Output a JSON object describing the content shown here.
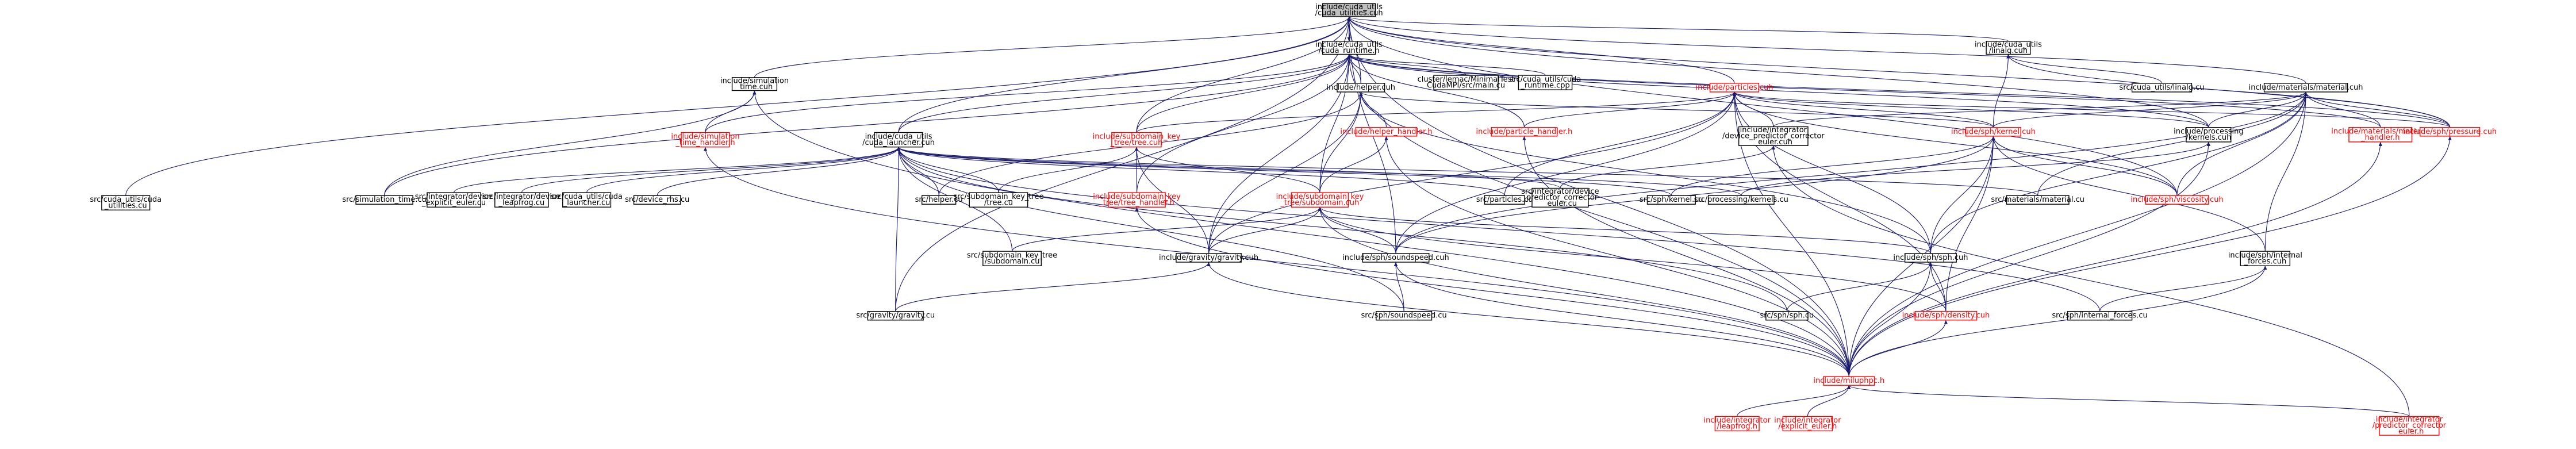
{
  "colors": {
    "edge": "#191970",
    "red_node": "#ff0000",
    "root_fill": "#bfbfbf",
    "border": "#000000"
  },
  "nodes": [
    {
      "id": "cuda_utilities",
      "lines": [
        "include/cuda_utils",
        "/cuda_utilities.cuh"
      ],
      "style": "root",
      "href": false
    },
    {
      "id": "cuda_runtime",
      "lines": [
        "include/cuda_utils",
        "/cuda_runtime.h"
      ],
      "style": "normal",
      "href": true
    },
    {
      "id": "linalg",
      "lines": [
        "include/cuda_utils",
        "/linalg.cuh"
      ],
      "style": "normal",
      "href": true
    },
    {
      "id": "material",
      "lines": [
        "include/materials/material.cuh"
      ],
      "style": "normal",
      "href": true
    },
    {
      "id": "particles_cuh",
      "lines": [
        "include/particles.cuh"
      ],
      "style": "red",
      "href": true
    },
    {
      "id": "sim_time",
      "lines": [
        "include/simulation",
        "_time.cuh"
      ],
      "style": "normal",
      "href": true
    },
    {
      "id": "minimaltest",
      "lines": [
        "cluster/lemac/MinimalTest",
        "CudaMPI/src/main.cu"
      ],
      "style": "normal",
      "href": true
    },
    {
      "id": "cuda_runtime_cpp",
      "lines": [
        "src/cuda_utils/cuda",
        "_runtime.cpp"
      ],
      "style": "normal",
      "href": true
    },
    {
      "id": "helper_cuh",
      "lines": [
        "include/helper.cuh"
      ],
      "style": "normal",
      "href": true
    },
    {
      "id": "src_linalg",
      "lines": [
        "src/cuda_utils/linalg.cu"
      ],
      "style": "normal",
      "href": true
    },
    {
      "id": "sim_time_handler",
      "lines": [
        "include/simulation",
        "_time_handler.h"
      ],
      "style": "red",
      "href": true
    },
    {
      "id": "cuda_launcher",
      "lines": [
        "include/cuda_utils",
        "/cuda_launcher.cuh"
      ],
      "style": "normal",
      "href": true
    },
    {
      "id": "subdomain_tree",
      "lines": [
        "include/subdomain_key",
        "_tree/tree.cuh"
      ],
      "style": "red",
      "href": true
    },
    {
      "id": "particle_handler",
      "lines": [
        "include/particle_handler.h"
      ],
      "style": "red",
      "href": true
    },
    {
      "id": "predictor_corrector_euler",
      "lines": [
        "include/integrator",
        "/device_predictor_corrector",
        "_euler.cuh"
      ],
      "style": "normal",
      "href": true
    },
    {
      "id": "sph_kernel",
      "lines": [
        "include/sph/kernel.cuh"
      ],
      "style": "red",
      "href": true
    },
    {
      "id": "processing_kernels",
      "lines": [
        "include/processing",
        "/kernels.cuh"
      ],
      "style": "normal",
      "href": true
    },
    {
      "id": "material_handler",
      "lines": [
        "include/materials/material",
        "_handler.h"
      ],
      "style": "red",
      "href": true
    },
    {
      "id": "sph_pressure",
      "lines": [
        "include/sph/pressure.cuh"
      ],
      "style": "red",
      "href": true
    },
    {
      "id": "helper_handler",
      "lines": [
        "include/helper_handler.h"
      ],
      "style": "red",
      "href": true
    },
    {
      "id": "src_cuda_utilities",
      "lines": [
        "src/cuda_utils/cuda",
        "_utilities.cu"
      ],
      "style": "normal",
      "href": true
    },
    {
      "id": "src_simulation_time",
      "lines": [
        "src/simulation_time.cu"
      ],
      "style": "normal",
      "href": true
    },
    {
      "id": "src_device_explicit_euler",
      "lines": [
        "src/integrator/device",
        "_explicit_euler.cu"
      ],
      "style": "normal",
      "href": true
    },
    {
      "id": "src_device_leapfrog",
      "lines": [
        "src/integrator/device",
        "_leapfrog.cu"
      ],
      "style": "normal",
      "href": true
    },
    {
      "id": "src_cuda_launcher",
      "lines": [
        "src/cuda_utils/cuda",
        "_launcher.cu"
      ],
      "style": "normal",
      "href": true
    },
    {
      "id": "src_device_rhs",
      "lines": [
        "src/device_rhs.cu"
      ],
      "style": "normal",
      "href": true
    },
    {
      "id": "src_helper",
      "lines": [
        "src/helper.cu"
      ],
      "style": "normal",
      "href": true
    },
    {
      "id": "src_tree",
      "lines": [
        "src/subdomain_key_tree",
        "/tree.cu"
      ],
      "style": "normal",
      "href": true
    },
    {
      "id": "tree_handler",
      "lines": [
        "include/subdomain_key",
        "_tree/tree_handler.h"
      ],
      "style": "red",
      "href": true
    },
    {
      "id": "subdomain_cuh",
      "lines": [
        "include/subdomain_key",
        "_tree/subdomain.cuh"
      ],
      "style": "red",
      "href": true
    },
    {
      "id": "src_particles",
      "lines": [
        "src/particles.cu"
      ],
      "style": "normal",
      "href": true
    },
    {
      "id": "src_device_pc_euler",
      "lines": [
        "src/integrator/device",
        "_predictor_corrector",
        "_euler.cu"
      ],
      "style": "normal",
      "href": true
    },
    {
      "id": "src_sph_kernel",
      "lines": [
        "src/sph/kernel.cu"
      ],
      "style": "normal",
      "href": true
    },
    {
      "id": "src_processing_kernels",
      "lines": [
        "src/processing/kernels.cu"
      ],
      "style": "normal",
      "href": true
    },
    {
      "id": "sph_viscosity",
      "lines": [
        "include/sph/viscosity.cuh"
      ],
      "style": "red",
      "href": true
    },
    {
      "id": "src_material",
      "lines": [
        "src/materials/material.cu"
      ],
      "style": "normal",
      "href": true
    },
    {
      "id": "src_subdomain",
      "lines": [
        "src/subdomain_key_tree",
        "/subdomain.cu"
      ],
      "style": "normal",
      "href": true
    },
    {
      "id": "gravity_cuh",
      "lines": [
        "include/gravity/gravity.cuh"
      ],
      "style": "normal",
      "href": true
    },
    {
      "id": "soundspeed_cuh",
      "lines": [
        "include/sph/soundspeed.cuh"
      ],
      "style": "normal",
      "href": true
    },
    {
      "id": "sph_cuh",
      "lines": [
        "include/sph/sph.cuh"
      ],
      "style": "normal",
      "href": true
    },
    {
      "id": "internal_forces_cuh",
      "lines": [
        "include/sph/internal",
        "_forces.cuh"
      ],
      "style": "normal",
      "href": true
    },
    {
      "id": "src_gravity",
      "lines": [
        "src/gravity/gravity.cu"
      ],
      "style": "normal",
      "href": true
    },
    {
      "id": "src_soundspeed",
      "lines": [
        "src/sph/soundspeed.cu"
      ],
      "style": "normal",
      "href": true
    },
    {
      "id": "src_sph",
      "lines": [
        "src/sph/sph.cu"
      ],
      "style": "normal",
      "href": true
    },
    {
      "id": "density_cuh",
      "lines": [
        "include/sph/density.cuh"
      ],
      "style": "red",
      "href": true
    },
    {
      "id": "src_internal_forces",
      "lines": [
        "src/sph/internal_forces.cu"
      ],
      "style": "normal",
      "href": true
    },
    {
      "id": "miluphpc",
      "lines": [
        "include/miluphpc.h"
      ],
      "style": "red",
      "href": true
    },
    {
      "id": "leapfrog_h",
      "lines": [
        "include/integrator",
        "/leapfrog.h"
      ],
      "style": "red",
      "href": true
    },
    {
      "id": "explicit_euler_h",
      "lines": [
        "include/integrator",
        "/explicit_euler.h"
      ],
      "style": "red",
      "href": true
    },
    {
      "id": "predictor_corrector_euler_h",
      "lines": [
        "include/integrator",
        "/predictor_corrector",
        "_euler.h"
      ],
      "style": "red",
      "href": true
    }
  ],
  "edges": [
    [
      "cuda_utilities",
      "cuda_runtime"
    ],
    [
      "cuda_utilities",
      "linalg"
    ],
    [
      "cuda_utilities",
      "material"
    ],
    [
      "cuda_utilities",
      "particles_cuh"
    ],
    [
      "cuda_utilities",
      "sim_time"
    ],
    [
      "cuda_utilities",
      "helper_cuh"
    ],
    [
      "cuda_utilities",
      "cuda_launcher"
    ],
    [
      "cuda_utilities",
      "subdomain_tree"
    ],
    [
      "cuda_utilities",
      "processing_kernels"
    ],
    [
      "cuda_utilities",
      "sph_pressure"
    ],
    [
      "cuda_utilities",
      "src_cuda_utilities"
    ],
    [
      "cuda_utilities",
      "sph_viscosity"
    ],
    [
      "cuda_utilities",
      "soundspeed_cuh"
    ],
    [
      "cuda_utilities",
      "src_gravity"
    ],
    [
      "cuda_utilities",
      "miluphpc"
    ],
    [
      "cuda_runtime",
      "cuda_utilities"
    ],
    [
      "cuda_runtime",
      "minimaltest"
    ],
    [
      "cuda_runtime",
      "cuda_runtime_cpp"
    ],
    [
      "cuda_runtime",
      "helper_cuh"
    ],
    [
      "cuda_runtime",
      "sim_time_handler"
    ],
    [
      "cuda_runtime",
      "particle_handler"
    ],
    [
      "cuda_runtime",
      "material_handler"
    ],
    [
      "cuda_runtime",
      "processing_kernels"
    ],
    [
      "cuda_runtime",
      "sph_pressure"
    ],
    [
      "cuda_runtime",
      "cuda_launcher"
    ],
    [
      "cuda_runtime",
      "subdomain_tree"
    ],
    [
      "cuda_runtime",
      "src_simulation_time"
    ],
    [
      "cuda_runtime",
      "tree_handler"
    ],
    [
      "cuda_runtime",
      "subdomain_cuh"
    ],
    [
      "cuda_runtime",
      "miluphpc"
    ],
    [
      "cuda_runtime",
      "gravity_cuh"
    ],
    [
      "linalg",
      "src_linalg"
    ],
    [
      "linalg",
      "sph_kernel"
    ],
    [
      "linalg",
      "sph_pressure"
    ],
    [
      "material",
      "material_handler"
    ],
    [
      "material",
      "sph_pressure"
    ],
    [
      "material",
      "processing_kernels"
    ],
    [
      "material",
      "predictor_corrector_euler"
    ],
    [
      "material",
      "sph_kernel"
    ],
    [
      "material",
      "src_material"
    ],
    [
      "material",
      "sph_viscosity"
    ],
    [
      "material",
      "sph_cuh"
    ],
    [
      "material",
      "internal_forces_cuh"
    ],
    [
      "material",
      "soundspeed_cuh"
    ],
    [
      "material",
      "miluphpc"
    ],
    [
      "particles_cuh",
      "particle_handler"
    ],
    [
      "particles_cuh",
      "predictor_corrector_euler"
    ],
    [
      "particles_cuh",
      "sph_kernel"
    ],
    [
      "particles_cuh",
      "processing_kernels"
    ],
    [
      "particles_cuh",
      "sph_pressure"
    ],
    [
      "particles_cuh",
      "subdomain_tree"
    ],
    [
      "particles_cuh",
      "src_particles"
    ],
    [
      "particles_cuh",
      "sph_viscosity"
    ],
    [
      "particles_cuh",
      "sph_cuh"
    ],
    [
      "particles_cuh",
      "density_cuh"
    ],
    [
      "particles_cuh",
      "soundspeed_cuh"
    ],
    [
      "particles_cuh",
      "gravity_cuh"
    ],
    [
      "particles_cuh",
      "miluphpc"
    ],
    [
      "sim_time",
      "sim_time_handler"
    ],
    [
      "sim_time",
      "src_simulation_time"
    ],
    [
      "sim_time",
      "miluphpc"
    ],
    [
      "helper_cuh",
      "helper_handler"
    ],
    [
      "helper_cuh",
      "src_helper"
    ],
    [
      "helper_cuh",
      "subdomain_cuh"
    ],
    [
      "helper_cuh",
      "gravity_cuh"
    ],
    [
      "helper_cuh",
      "sph_kernel"
    ],
    [
      "helper_cuh",
      "sph_cuh"
    ],
    [
      "sim_time_handler",
      "miluphpc"
    ],
    [
      "cuda_launcher",
      "src_cuda_launcher"
    ],
    [
      "cuda_launcher",
      "src_device_explicit_euler"
    ],
    [
      "cuda_launcher",
      "src_device_leapfrog"
    ],
    [
      "cuda_launcher",
      "src_device_rhs"
    ],
    [
      "cuda_launcher",
      "src_helper"
    ],
    [
      "cuda_launcher",
      "src_tree"
    ],
    [
      "cuda_launcher",
      "src_particles"
    ],
    [
      "cuda_launcher",
      "src_device_pc_euler"
    ],
    [
      "cuda_launcher",
      "src_sph_kernel"
    ],
    [
      "cuda_launcher",
      "src_processing_kernels"
    ],
    [
      "cuda_launcher",
      "src_material"
    ],
    [
      "cuda_launcher",
      "src_subdomain"
    ],
    [
      "cuda_launcher",
      "src_gravity"
    ],
    [
      "cuda_launcher",
      "src_soundspeed"
    ],
    [
      "cuda_launcher",
      "src_sph"
    ],
    [
      "cuda_launcher",
      "src_internal_forces"
    ],
    [
      "subdomain_tree",
      "tree_handler"
    ],
    [
      "subdomain_tree",
      "subdomain_cuh"
    ],
    [
      "subdomain_tree",
      "src_tree"
    ],
    [
      "subdomain_tree",
      "gravity_cuh"
    ],
    [
      "helper_handler",
      "subdomain_cuh"
    ],
    [
      "helper_handler",
      "miluphpc"
    ],
    [
      "particle_handler",
      "miluphpc"
    ],
    [
      "predictor_corrector_euler",
      "src_device_pc_euler"
    ],
    [
      "predictor_corrector_euler",
      "predictor_corrector_euler_h"
    ],
    [
      "sph_kernel",
      "src_sph_kernel"
    ],
    [
      "sph_kernel",
      "sph_viscosity"
    ],
    [
      "sph_kernel",
      "sph_cuh"
    ],
    [
      "sph_kernel",
      "density_cuh"
    ],
    [
      "sph_kernel",
      "internal_forces_cuh"
    ],
    [
      "sph_kernel",
      "soundspeed_cuh"
    ],
    [
      "sph_kernel",
      "miluphpc"
    ],
    [
      "processing_kernels",
      "src_processing_kernels"
    ],
    [
      "processing_kernels",
      "miluphpc"
    ],
    [
      "material_handler",
      "miluphpc"
    ],
    [
      "sph_pressure",
      "miluphpc"
    ],
    [
      "tree_handler",
      "miluphpc"
    ],
    [
      "subdomain_cuh",
      "src_subdomain"
    ],
    [
      "subdomain_cuh",
      "gravity_cuh"
    ],
    [
      "subdomain_cuh",
      "soundspeed_cuh"
    ],
    [
      "subdomain_cuh",
      "sph_cuh"
    ],
    [
      "subdomain_cuh",
      "density_cuh"
    ],
    [
      "subdomain_cuh",
      "miluphpc"
    ],
    [
      "gravity_cuh",
      "src_gravity"
    ],
    [
      "gravity_cuh",
      "miluphpc"
    ],
    [
      "soundspeed_cuh",
      "src_soundspeed"
    ],
    [
      "soundspeed_cuh",
      "miluphpc"
    ],
    [
      "sph_cuh",
      "src_sph"
    ],
    [
      "sph_cuh",
      "density_cuh"
    ],
    [
      "sph_cuh",
      "miluphpc"
    ],
    [
      "internal_forces_cuh",
      "src_internal_forces"
    ],
    [
      "internal_forces_cuh",
      "miluphpc"
    ],
    [
      "density_cuh",
      "miluphpc"
    ],
    [
      "miluphpc",
      "leapfrog_h"
    ],
    [
      "miluphpc",
      "explicit_euler_h"
    ],
    [
      "miluphpc",
      "predictor_corrector_euler_h"
    ]
  ]
}
